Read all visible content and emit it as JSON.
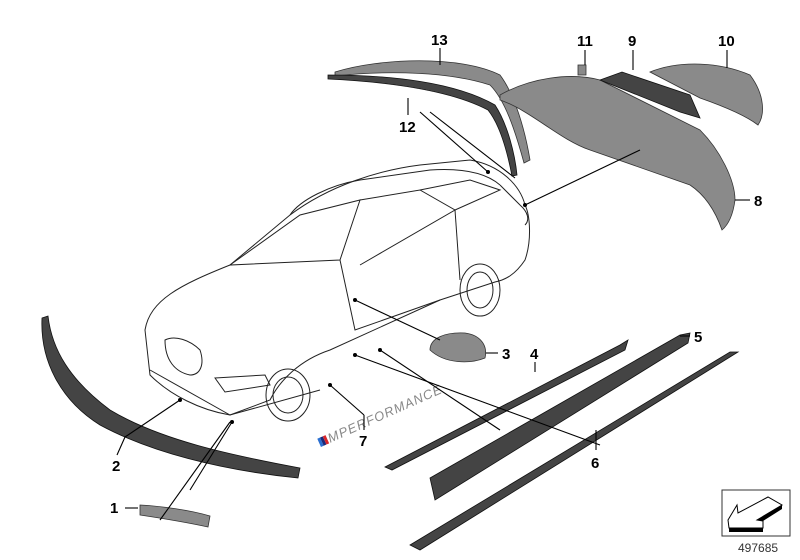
{
  "diagram": {
    "callouts": {
      "c1": "1",
      "c2": "2",
      "c3": "3",
      "c4": "4",
      "c5": "5",
      "c6": "6",
      "c7": "7",
      "c8": "8",
      "c9": "9",
      "c10": "10",
      "c11": "11",
      "c12": "12",
      "c13": "13"
    },
    "badge_text": "PERFORMANCE",
    "badge_prefix": "M",
    "reference_number": "497685",
    "badge_stripe_colors": [
      "#2a6fd1",
      "#1d2a7a",
      "#d8262b"
    ]
  }
}
